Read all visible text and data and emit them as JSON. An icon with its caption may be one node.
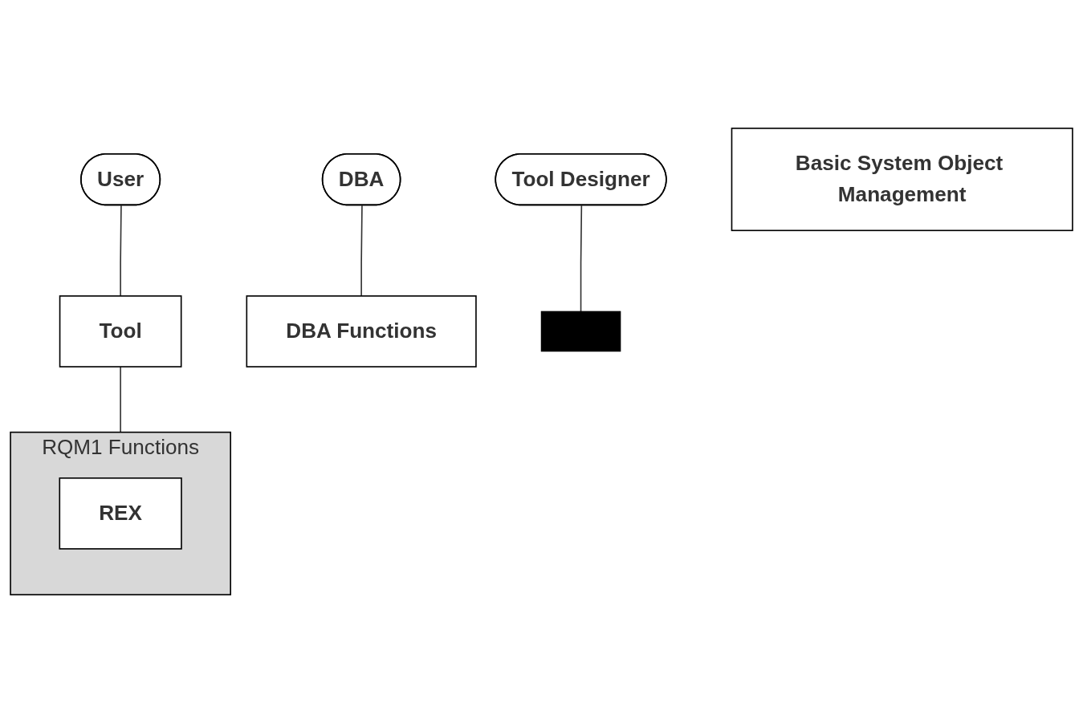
{
  "diagram": {
    "nodes": [
      {
        "text": [
          "User"
        ]
      },
      {
        "text": [
          "Tool"
        ]
      },
      {
        "text": [
          "DBA"
        ]
      },
      {
        "text": [
          "Tool Designer"
        ]
      },
      {
        "text": [
          "DBA Functions"
        ]
      },
      {
        "text": [],
        "shape": "box"
      },
      {
        "text": [
          "RQM1 Functions"
        ]
      },
      {
        "text": [
          "REX"
        ],
        "in": 6
      },
      {
        "text": [
          "Basic System Object Management"
        ]
      }
    ],
    "edges": [
      {
        "from": 0,
        "to": 1,
        "arrow": "none"
      },
      {
        "from": 2,
        "to": 4,
        "arrow": "none"
      },
      {
        "from": 3,
        "to": 5,
        "arrow": "none"
      },
      {
        "from": 1,
        "to": 6,
        "arrow": "none"
      }
    ]
  }
}
